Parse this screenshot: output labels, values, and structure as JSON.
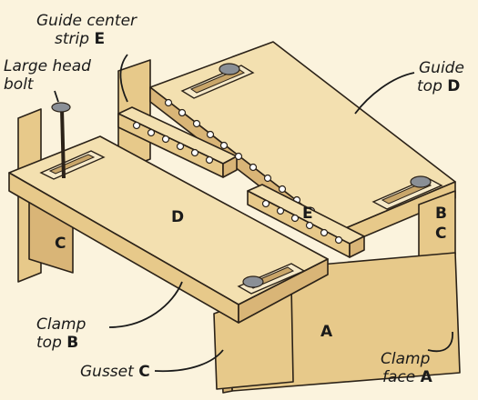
{
  "labels": {
    "guide_center_strip": {
      "line1": "Guide center",
      "line2_text": "strip ",
      "line2_letter": "E"
    },
    "large_head_bolt": {
      "line1": "Large head",
      "line2": "bolt"
    },
    "guide_top": {
      "line1": "Guide",
      "line2_text": "top ",
      "line2_letter": "D"
    },
    "clamp_top": {
      "line1": "Clamp",
      "line2_text": "top ",
      "line2_letter": "B"
    },
    "gusset": {
      "text": "Gusset ",
      "letter": "C"
    },
    "clamp_face": {
      "line1": "Clamp",
      "line2_text": "face ",
      "line2_letter": "A"
    }
  },
  "part_letters": {
    "clamp_top_center": "D",
    "center_strip": "E",
    "left_gusset": "C",
    "front_face": "A",
    "right_clamp_top": "B",
    "right_gusset": "C"
  },
  "colors": {
    "background": "#fbf3dd",
    "wood_top": "#f3e0b0",
    "wood_side": "#e7c98a",
    "outline": "#2b2218",
    "knob": "#8a8f96"
  }
}
